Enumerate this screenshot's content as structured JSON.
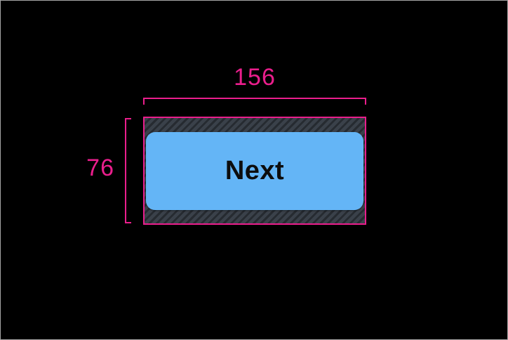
{
  "canvas": {
    "background": "#000000",
    "border_color": "#a6a6a6"
  },
  "annotations": {
    "width_label": "156",
    "height_label": "76",
    "accent_color": "#ea1e8c"
  },
  "padding_hatch": {
    "base_color": "#3a414a",
    "stripe_color": "#262b31"
  },
  "button": {
    "label": "Next",
    "fill_color": "#64b5f6",
    "text_color": "#0d0d0d"
  }
}
